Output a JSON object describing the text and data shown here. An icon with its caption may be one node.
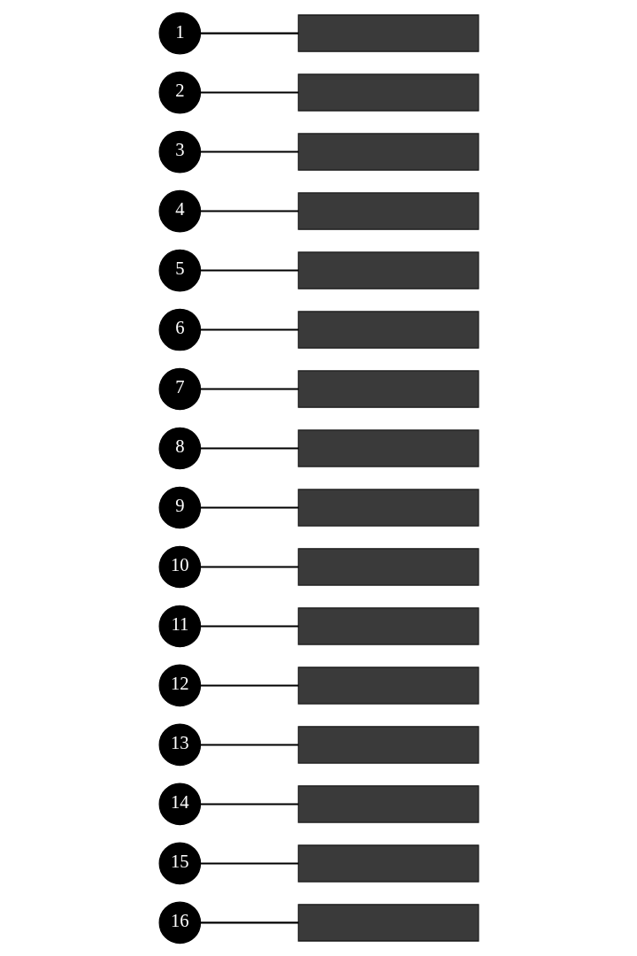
{
  "diagram": {
    "nodes": [
      {
        "text": [
          "1"
        ]
      },
      {
        "text": [
          "2"
        ]
      },
      {
        "text": [
          "3"
        ]
      },
      {
        "text": [
          "4"
        ]
      },
      {
        "text": [
          "5"
        ]
      },
      {
        "text": [
          "6"
        ]
      },
      {
        "text": [
          "7"
        ]
      },
      {
        "text": [
          "8"
        ]
      },
      {
        "text": [
          "9"
        ]
      },
      {
        "text": [
          "10"
        ]
      },
      {
        "text": [
          "11"
        ]
      },
      {
        "text": [
          "12"
        ]
      },
      {
        "text": [
          "13"
        ]
      },
      {
        "text": [
          "14"
        ]
      },
      {
        "text": [
          "15"
        ]
      },
      {
        "text": [
          "16"
        ]
      },
      {
        "text": [],
        "shape": "box"
      },
      {
        "text": [],
        "shape": "box"
      },
      {
        "text": [],
        "shape": "box"
      },
      {
        "text": [],
        "shape": "box"
      },
      {
        "text": [],
        "shape": "box"
      },
      {
        "text": [],
        "shape": "box"
      },
      {
        "text": [],
        "shape": "box"
      },
      {
        "text": [],
        "shape": "box"
      },
      {
        "text": [],
        "shape": "box"
      },
      {
        "text": [],
        "shape": "box"
      },
      {
        "text": [],
        "shape": "box"
      },
      {
        "text": [],
        "shape": "box"
      },
      {
        "text": [],
        "shape": "box"
      },
      {
        "text": [],
        "shape": "box"
      },
      {
        "text": [],
        "shape": "box"
      },
      {
        "text": [],
        "shape": "box"
      }
    ],
    "edges": [
      {
        "from": 0,
        "to": 16,
        "arrow": "none"
      },
      {
        "from": 1,
        "to": 17,
        "arrow": "none"
      },
      {
        "from": 2,
        "to": 18,
        "arrow": "none"
      },
      {
        "from": 3,
        "to": 19,
        "arrow": "none"
      },
      {
        "from": 4,
        "to": 20,
        "arrow": "none"
      },
      {
        "from": 5,
        "to": 21,
        "arrow": "none"
      },
      {
        "from": 6,
        "to": 22,
        "arrow": "none"
      },
      {
        "from": 7,
        "to": 23,
        "arrow": "none"
      },
      {
        "from": 8,
        "to": 24,
        "arrow": "none"
      },
      {
        "from": 9,
        "to": 25,
        "arrow": "none"
      },
      {
        "from": 10,
        "to": 26,
        "arrow": "none"
      },
      {
        "from": 11,
        "to": 27,
        "arrow": "none"
      },
      {
        "from": 12,
        "to": 28,
        "arrow": "none"
      },
      {
        "from": 13,
        "to": 29,
        "arrow": "none"
      },
      {
        "from": 14,
        "to": 30,
        "arrow": "none"
      },
      {
        "from": 15,
        "to": 31,
        "arrow": "none"
      }
    ]
  }
}
